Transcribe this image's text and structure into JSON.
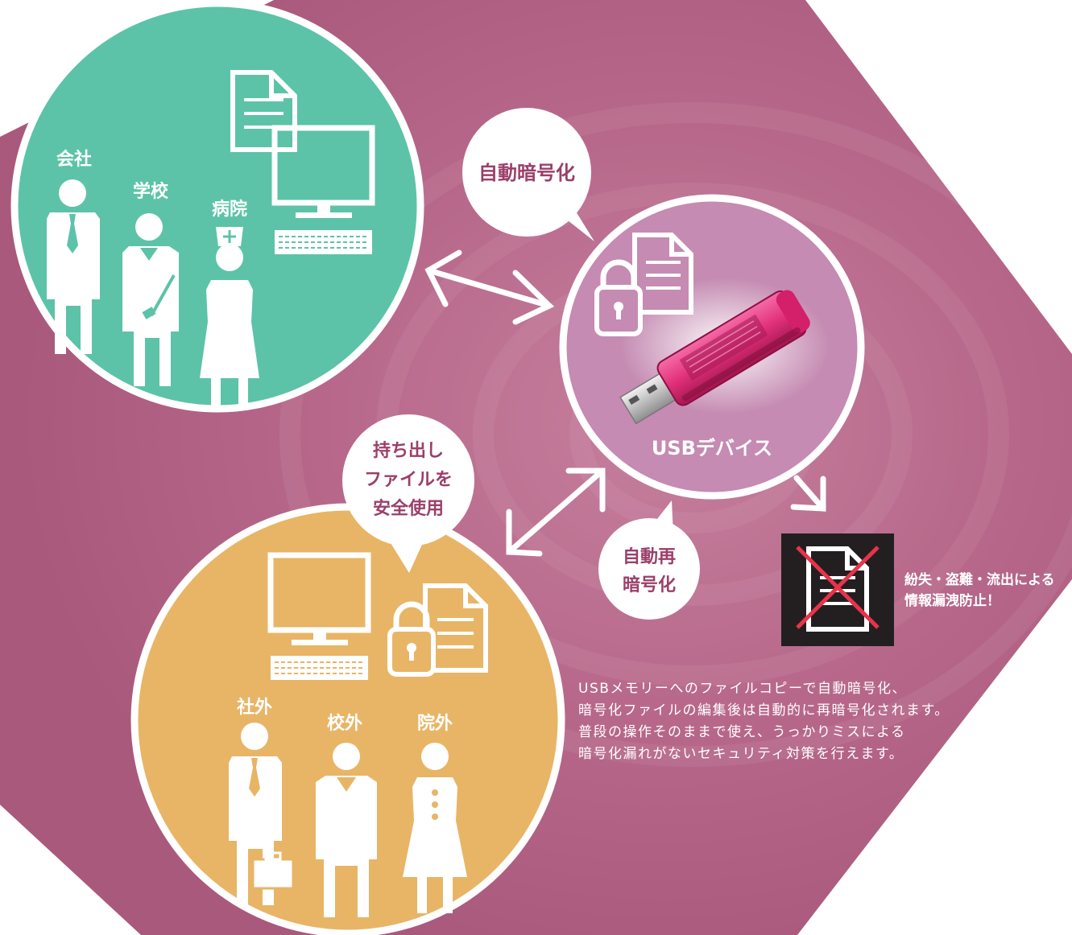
{
  "colors": {
    "background": "#bb6e8f",
    "office_circle": "#5cc3a8",
    "outside_circle": "#e8b566",
    "usb_circle": "#c58bb2",
    "usb_body": "#e0307a",
    "warning_box": "#231f20",
    "cross": "#e8334a"
  },
  "office_group": {
    "company_label": "会社",
    "school_label": "学校",
    "hospital_label": "病院"
  },
  "bubbles": {
    "auto_encrypt": "自動暗号化",
    "safe_use_lines": [
      "持ち出し",
      "ファイルを",
      "安全使用"
    ],
    "reencrypt_lines": [
      "自動再",
      "暗号化"
    ]
  },
  "usb": {
    "label": "USBデバイス"
  },
  "outside_group": {
    "outside_company_label": "社外",
    "outside_school_label": "校外",
    "outside_hospital_label": "院外"
  },
  "prevention": {
    "lines": [
      "紛失・盗難・流出による",
      "情報漏洩防止！"
    ]
  },
  "description": {
    "lines": [
      "USBメモリーへのファイルコピーで自動暗号化、",
      "暗号化ファイルの編集後は自動的に再暗号化されます。",
      "普段の操作そのままで使え、うっかりミスによる",
      "暗号化漏れがないセキュリティ対策を行えます。"
    ]
  }
}
